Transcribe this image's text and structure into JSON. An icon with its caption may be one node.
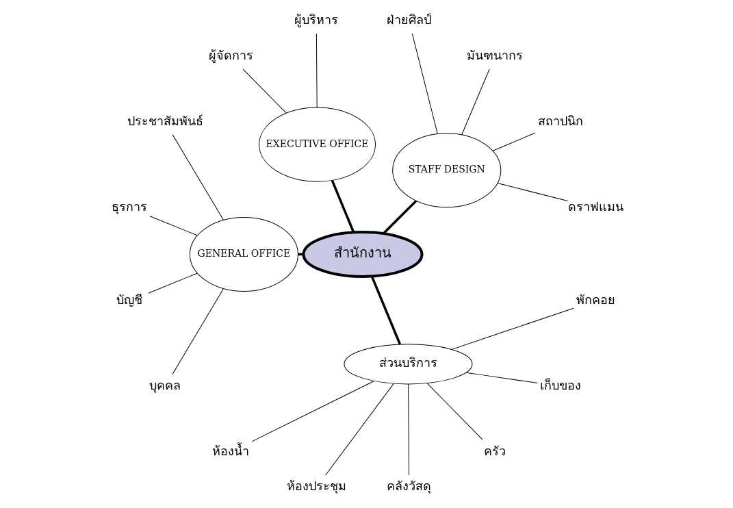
{
  "diagram": {
    "nodes": [
      {
        "text": [
          "สำนักงาน"
        ]
      },
      {
        "text": [
          "STAFF DESIGN"
        ]
      },
      {
        "text": [
          "EXECUTIVE OFFICE"
        ]
      },
      {
        "text": [
          "GENERAL OFFICE"
        ]
      },
      {
        "text": [
          "ส่วนบริการ"
        ]
      },
      {
        "text": [
          "ดราฟแมน"
        ]
      },
      {
        "text": [
          "สถาปนิก"
        ]
      },
      {
        "text": [
          "มันฑนากร"
        ]
      },
      {
        "text": [
          "ฝ่ายศิลป์"
        ]
      },
      {
        "text": [
          "ผู้บริหาร"
        ]
      },
      {
        "text": [
          "ผู้จัดการ"
        ]
      },
      {
        "text": [
          "ประชาสัมพันธ์"
        ]
      },
      {
        "text": [
          "ธุรการ"
        ]
      },
      {
        "text": [
          "บัญชี"
        ]
      },
      {
        "text": [
          "บุคคล"
        ]
      },
      {
        "text": [
          "ห้องน้ำ"
        ]
      },
      {
        "text": [
          "ห้องประชุม"
        ]
      },
      {
        "text": [
          "คลังวัสดุ"
        ]
      },
      {
        "text": [
          "ครัว"
        ]
      },
      {
        "text": [
          "เก็บของ"
        ]
      },
      {
        "text": [
          "พักคอย"
        ]
      }
    ],
    "edges": [
      {
        "from": 0,
        "to": 1,
        "arrow": "none",
        "style": "thick"
      },
      {
        "from": 0,
        "to": 2,
        "arrow": "none",
        "style": "thick"
      },
      {
        "from": 0,
        "to": 3,
        "arrow": "none",
        "style": "thick"
      },
      {
        "from": 0,
        "to": 4,
        "arrow": "none",
        "style": "thick"
      },
      {
        "from": 1,
        "to": 5,
        "arrow": "none"
      },
      {
        "from": 1,
        "to": 6,
        "arrow": "none"
      },
      {
        "from": 1,
        "to": 7,
        "arrow": "none"
      },
      {
        "from": 1,
        "to": 8,
        "arrow": "none"
      },
      {
        "from": 2,
        "to": 9,
        "arrow": "none"
      },
      {
        "from": 2,
        "to": 10,
        "arrow": "none"
      },
      {
        "from": 3,
        "to": 11,
        "arrow": "none"
      },
      {
        "from": 3,
        "to": 12,
        "arrow": "none"
      },
      {
        "from": 3,
        "to": 13,
        "arrow": "none"
      },
      {
        "from": 3,
        "to": 14,
        "arrow": "none"
      },
      {
        "from": 4,
        "to": 15,
        "arrow": "none"
      },
      {
        "from": 4,
        "to": 16,
        "arrow": "none"
      },
      {
        "from": 4,
        "to": 17,
        "arrow": "none"
      },
      {
        "from": 4,
        "to": 18,
        "arrow": "none"
      },
      {
        "from": 4,
        "to": 19,
        "arrow": "none"
      },
      {
        "from": 4,
        "to": 20,
        "arrow": "none"
      }
    ]
  }
}
